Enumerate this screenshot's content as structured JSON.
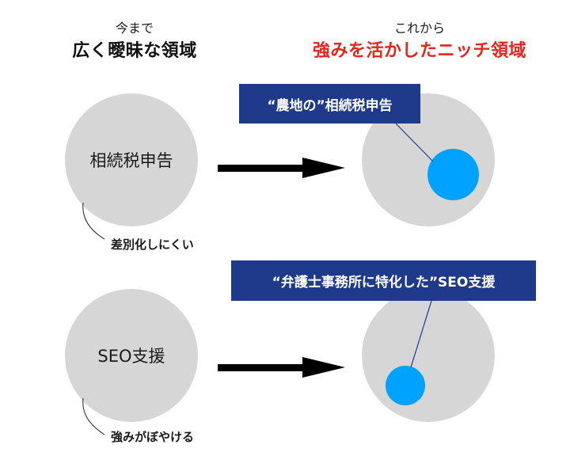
{
  "header": {
    "before": {
      "sub": "今まで",
      "main": "広く曖昧な領域",
      "main_color": "#111111"
    },
    "after": {
      "sub": "これから",
      "main": "強みを活かしたニッチ領域",
      "main_color": "#e8251c"
    }
  },
  "rows": [
    {
      "before_label": "相続税申告",
      "note": "差別化しにくい",
      "callout": "“農地の”相続税申告",
      "arrow": "right-arrow-icon"
    },
    {
      "before_label": "SEO支援",
      "note": "強みがぼやける",
      "callout": "“弁護士事務所に特化した”SEO支援",
      "arrow": "right-arrow-icon"
    }
  ],
  "colors": {
    "circle": "#d6d6d6",
    "niche_dot": "#00a2ff",
    "callout_bg": "#1f3a8a",
    "arrow": "#000000"
  }
}
